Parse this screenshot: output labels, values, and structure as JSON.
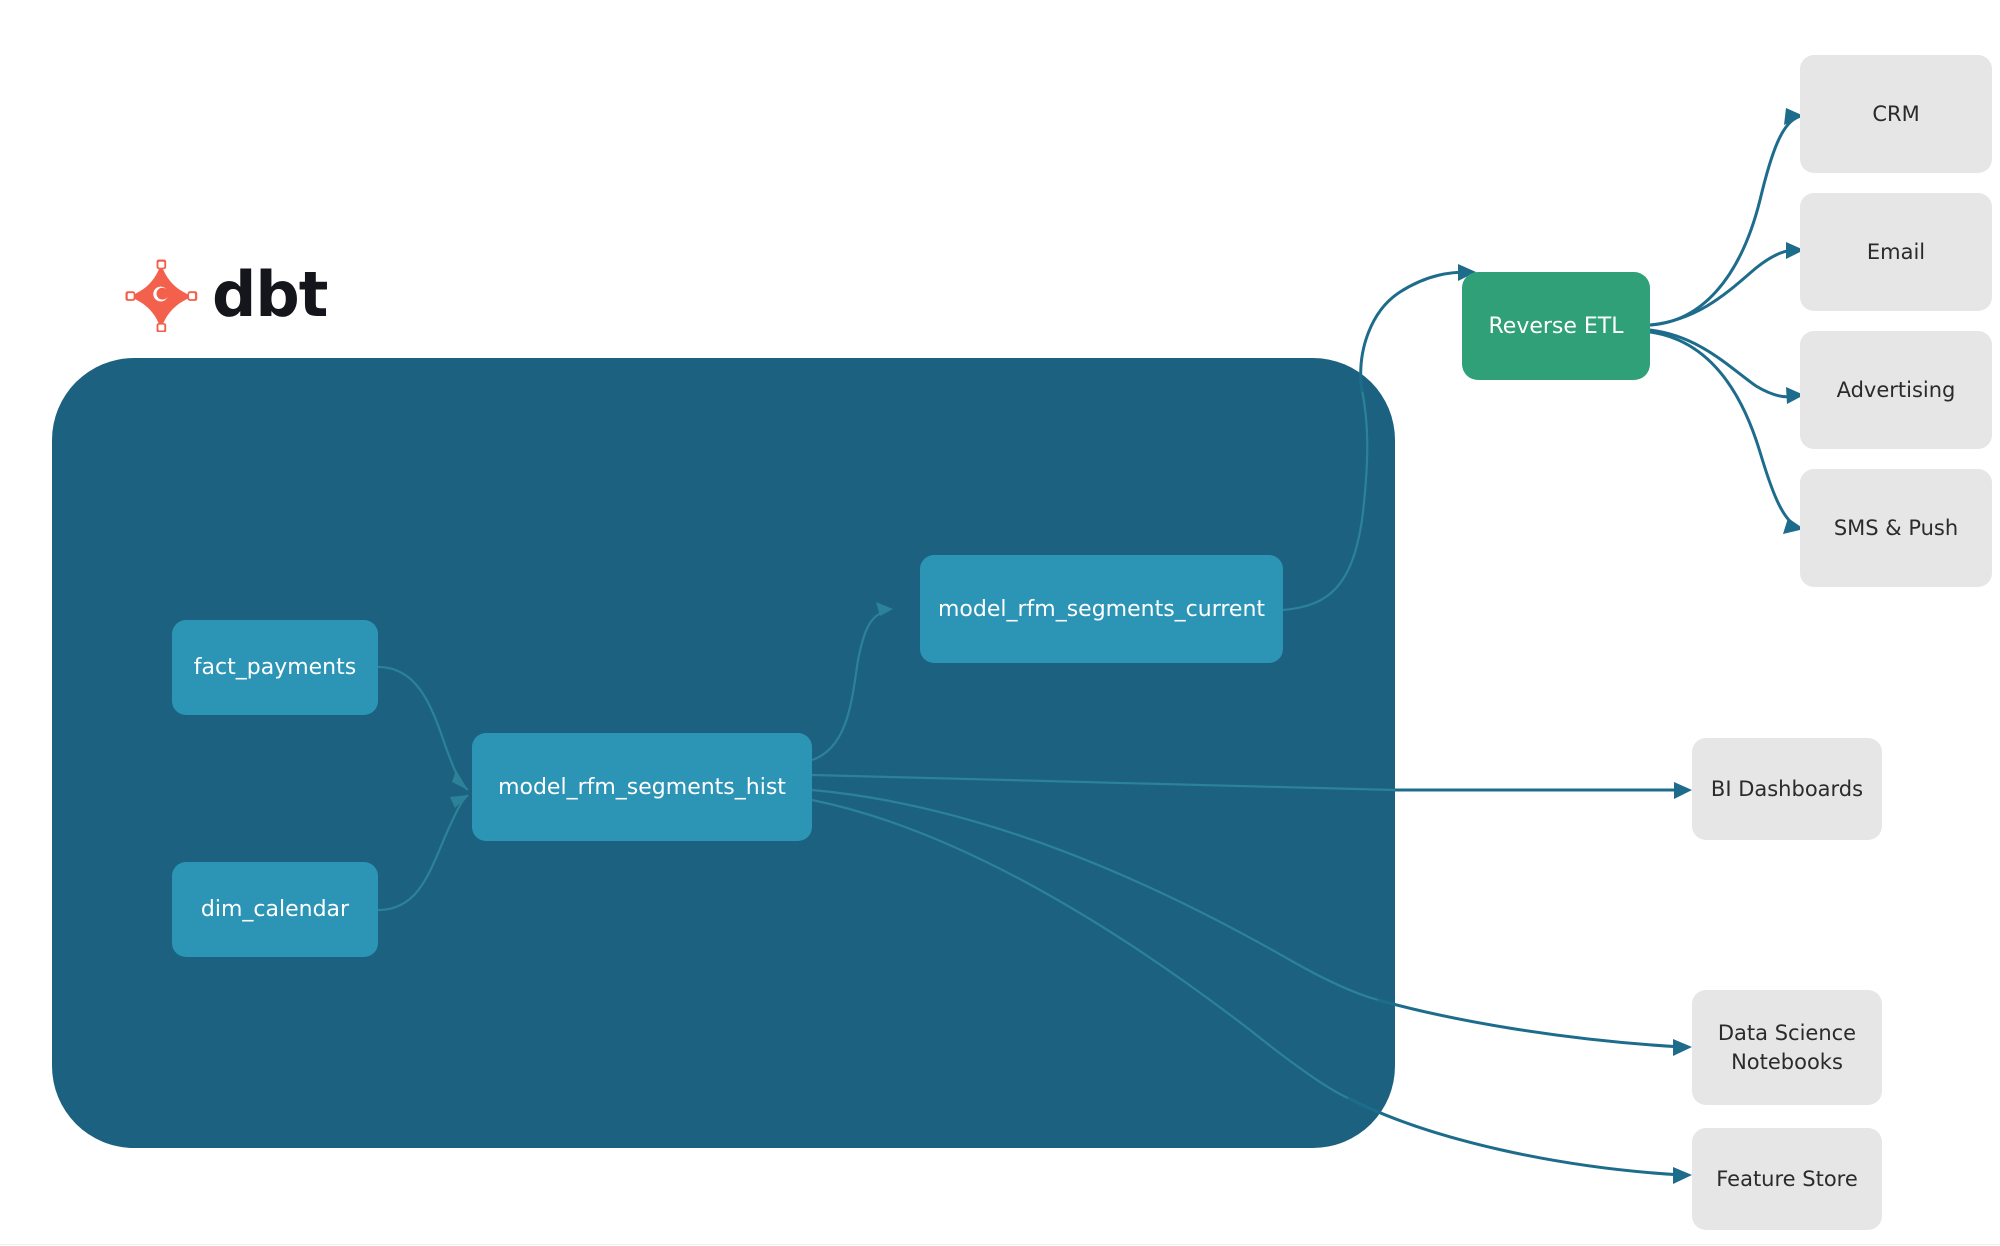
{
  "brand": {
    "name": "dbt",
    "logo_icon": "dbt-logo-icon",
    "logo_color": "#f3604b"
  },
  "warehouse_panel": {
    "color": "#1d6180"
  },
  "colors": {
    "model_node": "#2c95b6",
    "reverse_etl_node": "#2fa078",
    "destination_node": "#e6e6e6",
    "edge_internal": "#2c8298",
    "edge_external": "#1d6c8c"
  },
  "models": [
    {
      "id": "fact_payments",
      "label": "fact_payments"
    },
    {
      "id": "dim_calendar",
      "label": "dim_calendar"
    },
    {
      "id": "model_rfm_segments_hist",
      "label": "model_rfm_segments_hist"
    },
    {
      "id": "model_rfm_segments_current",
      "label": "model_rfm_segments_current"
    }
  ],
  "reverse_etl": {
    "label": "Reverse ETL"
  },
  "activation_destinations": [
    {
      "id": "crm",
      "label": "CRM"
    },
    {
      "id": "email",
      "label": "Email"
    },
    {
      "id": "advertising",
      "label": "Advertising"
    },
    {
      "id": "sms_push",
      "label": "SMS & Push"
    }
  ],
  "analytics_destinations": [
    {
      "id": "bi_dashboards",
      "label": "BI Dashboards"
    },
    {
      "id": "data_science_notebooks",
      "label": "Data Science\nNotebooks"
    },
    {
      "id": "feature_store",
      "label": "Feature Store"
    }
  ],
  "edges": [
    {
      "from": "fact_payments",
      "to": "model_rfm_segments_hist"
    },
    {
      "from": "dim_calendar",
      "to": "model_rfm_segments_hist"
    },
    {
      "from": "model_rfm_segments_hist",
      "to": "model_rfm_segments_current"
    },
    {
      "from": "model_rfm_segments_current",
      "to": "reverse_etl"
    },
    {
      "from": "model_rfm_segments_hist",
      "to": "bi_dashboards"
    },
    {
      "from": "model_rfm_segments_hist",
      "to": "data_science_notebooks"
    },
    {
      "from": "model_rfm_segments_hist",
      "to": "feature_store"
    },
    {
      "from": "reverse_etl",
      "to": "crm"
    },
    {
      "from": "reverse_etl",
      "to": "email"
    },
    {
      "from": "reverse_etl",
      "to": "advertising"
    },
    {
      "from": "reverse_etl",
      "to": "sms_push"
    }
  ]
}
